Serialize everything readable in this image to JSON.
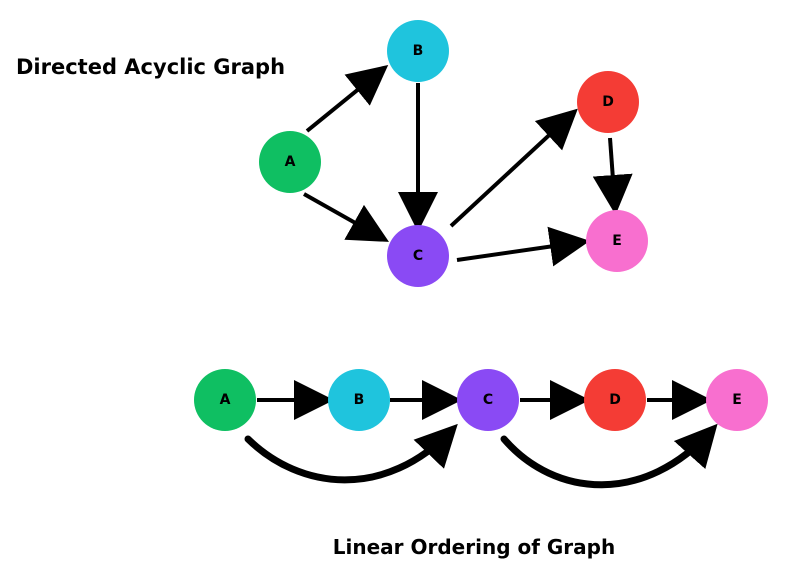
{
  "titles": {
    "top": "Directed Acyclic Graph",
    "bottom": "Linear Ordering of Graph"
  },
  "colors": {
    "A": "#0fbf62",
    "B": "#1fc4dd",
    "C": "#8a4af4",
    "D": "#f43c35",
    "E": "#f86fcf",
    "arrow": "#000000"
  },
  "dag": {
    "nodes": [
      {
        "id": "A",
        "label": "A"
      },
      {
        "id": "B",
        "label": "B"
      },
      {
        "id": "C",
        "label": "C"
      },
      {
        "id": "D",
        "label": "D"
      },
      {
        "id": "E",
        "label": "E"
      }
    ],
    "edges": [
      {
        "from": "A",
        "to": "B"
      },
      {
        "from": "A",
        "to": "C"
      },
      {
        "from": "B",
        "to": "C"
      },
      {
        "from": "C",
        "to": "D"
      },
      {
        "from": "C",
        "to": "E"
      },
      {
        "from": "D",
        "to": "E"
      }
    ]
  },
  "linear": {
    "nodes": [
      {
        "id": "A",
        "label": "A"
      },
      {
        "id": "B",
        "label": "B"
      },
      {
        "id": "C",
        "label": "C"
      },
      {
        "id": "D",
        "label": "D"
      },
      {
        "id": "E",
        "label": "E"
      }
    ],
    "edges": [
      {
        "from": "A",
        "to": "B"
      },
      {
        "from": "B",
        "to": "C"
      },
      {
        "from": "C",
        "to": "D"
      },
      {
        "from": "D",
        "to": "E"
      }
    ],
    "curved_edges": [
      {
        "from": "A",
        "to": "C"
      },
      {
        "from": "C",
        "to": "E"
      }
    ]
  }
}
